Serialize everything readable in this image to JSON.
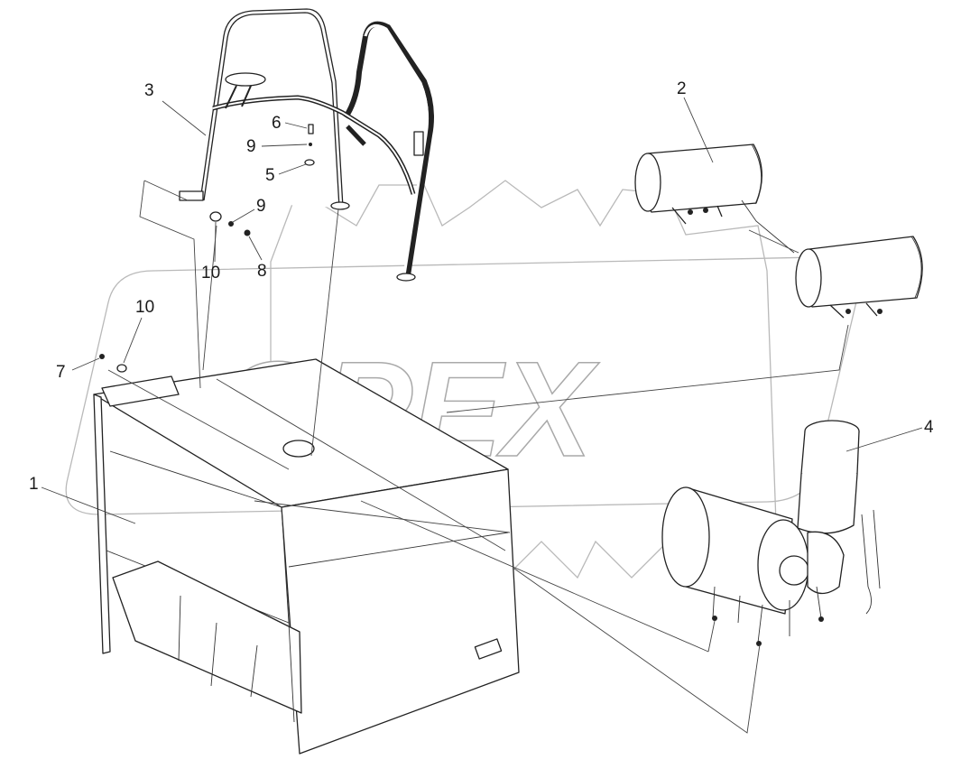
{
  "watermark": {
    "text": "OPEX"
  },
  "callouts": [
    {
      "id": "c1",
      "label": "1"
    },
    {
      "id": "c2",
      "label": "2"
    },
    {
      "id": "c3",
      "label": "3"
    },
    {
      "id": "c4",
      "label": "4"
    },
    {
      "id": "c5",
      "label": "5"
    },
    {
      "id": "c6",
      "label": "6"
    },
    {
      "id": "c7",
      "label": "7"
    },
    {
      "id": "c8",
      "label": "8"
    },
    {
      "id": "c9a",
      "label": "9"
    },
    {
      "id": "c9b",
      "label": "9"
    },
    {
      "id": "c10a",
      "label": "10"
    },
    {
      "id": "c10b",
      "label": "10"
    }
  ]
}
